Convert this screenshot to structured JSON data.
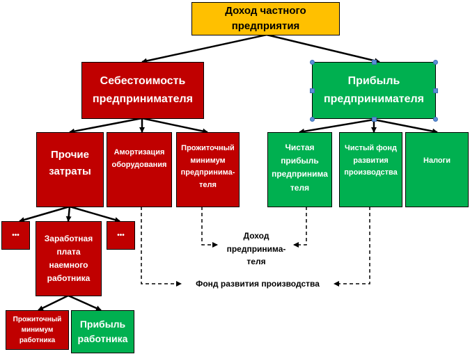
{
  "colors": {
    "red": "#C00000",
    "green": "#00B050",
    "yellow": "#FFC000",
    "selection_handle": "#5B8FD6"
  },
  "diagram": {
    "root": "Доход частного\nпредприятия",
    "cost": "Себестоимость\nпредпринимателя",
    "profit": "Прибыль\nпредпринимателя",
    "cost_children": {
      "other": "Прочие\nзатраты",
      "depreciation": "Амортизация\nоборудования",
      "entrepreneur_minimum": "Прожиточный\nминимум\nпредпринима-\nтеля"
    },
    "profit_children": {
      "net_profit": "Чистая\nприбыль\nпредпринима\nтеля",
      "net_fund": "Чистый фонд\nразвития\nпроизводства",
      "taxes": "Налоги"
    },
    "other_children": {
      "ellipsis_left": "•••",
      "wage": "Заработная\nплата\nнаемного\nработника",
      "ellipsis_right": "•••"
    },
    "wage_children": {
      "worker_minimum": "Прожиточный\nминимум\nработника",
      "worker_profit": "Прибыль\nработника"
    },
    "result_labels": {
      "entrepreneur_income": "Доход\nпредпринима-\nтеля",
      "production_fund": "Фонд развития производства"
    },
    "selected_node": "profit"
  }
}
